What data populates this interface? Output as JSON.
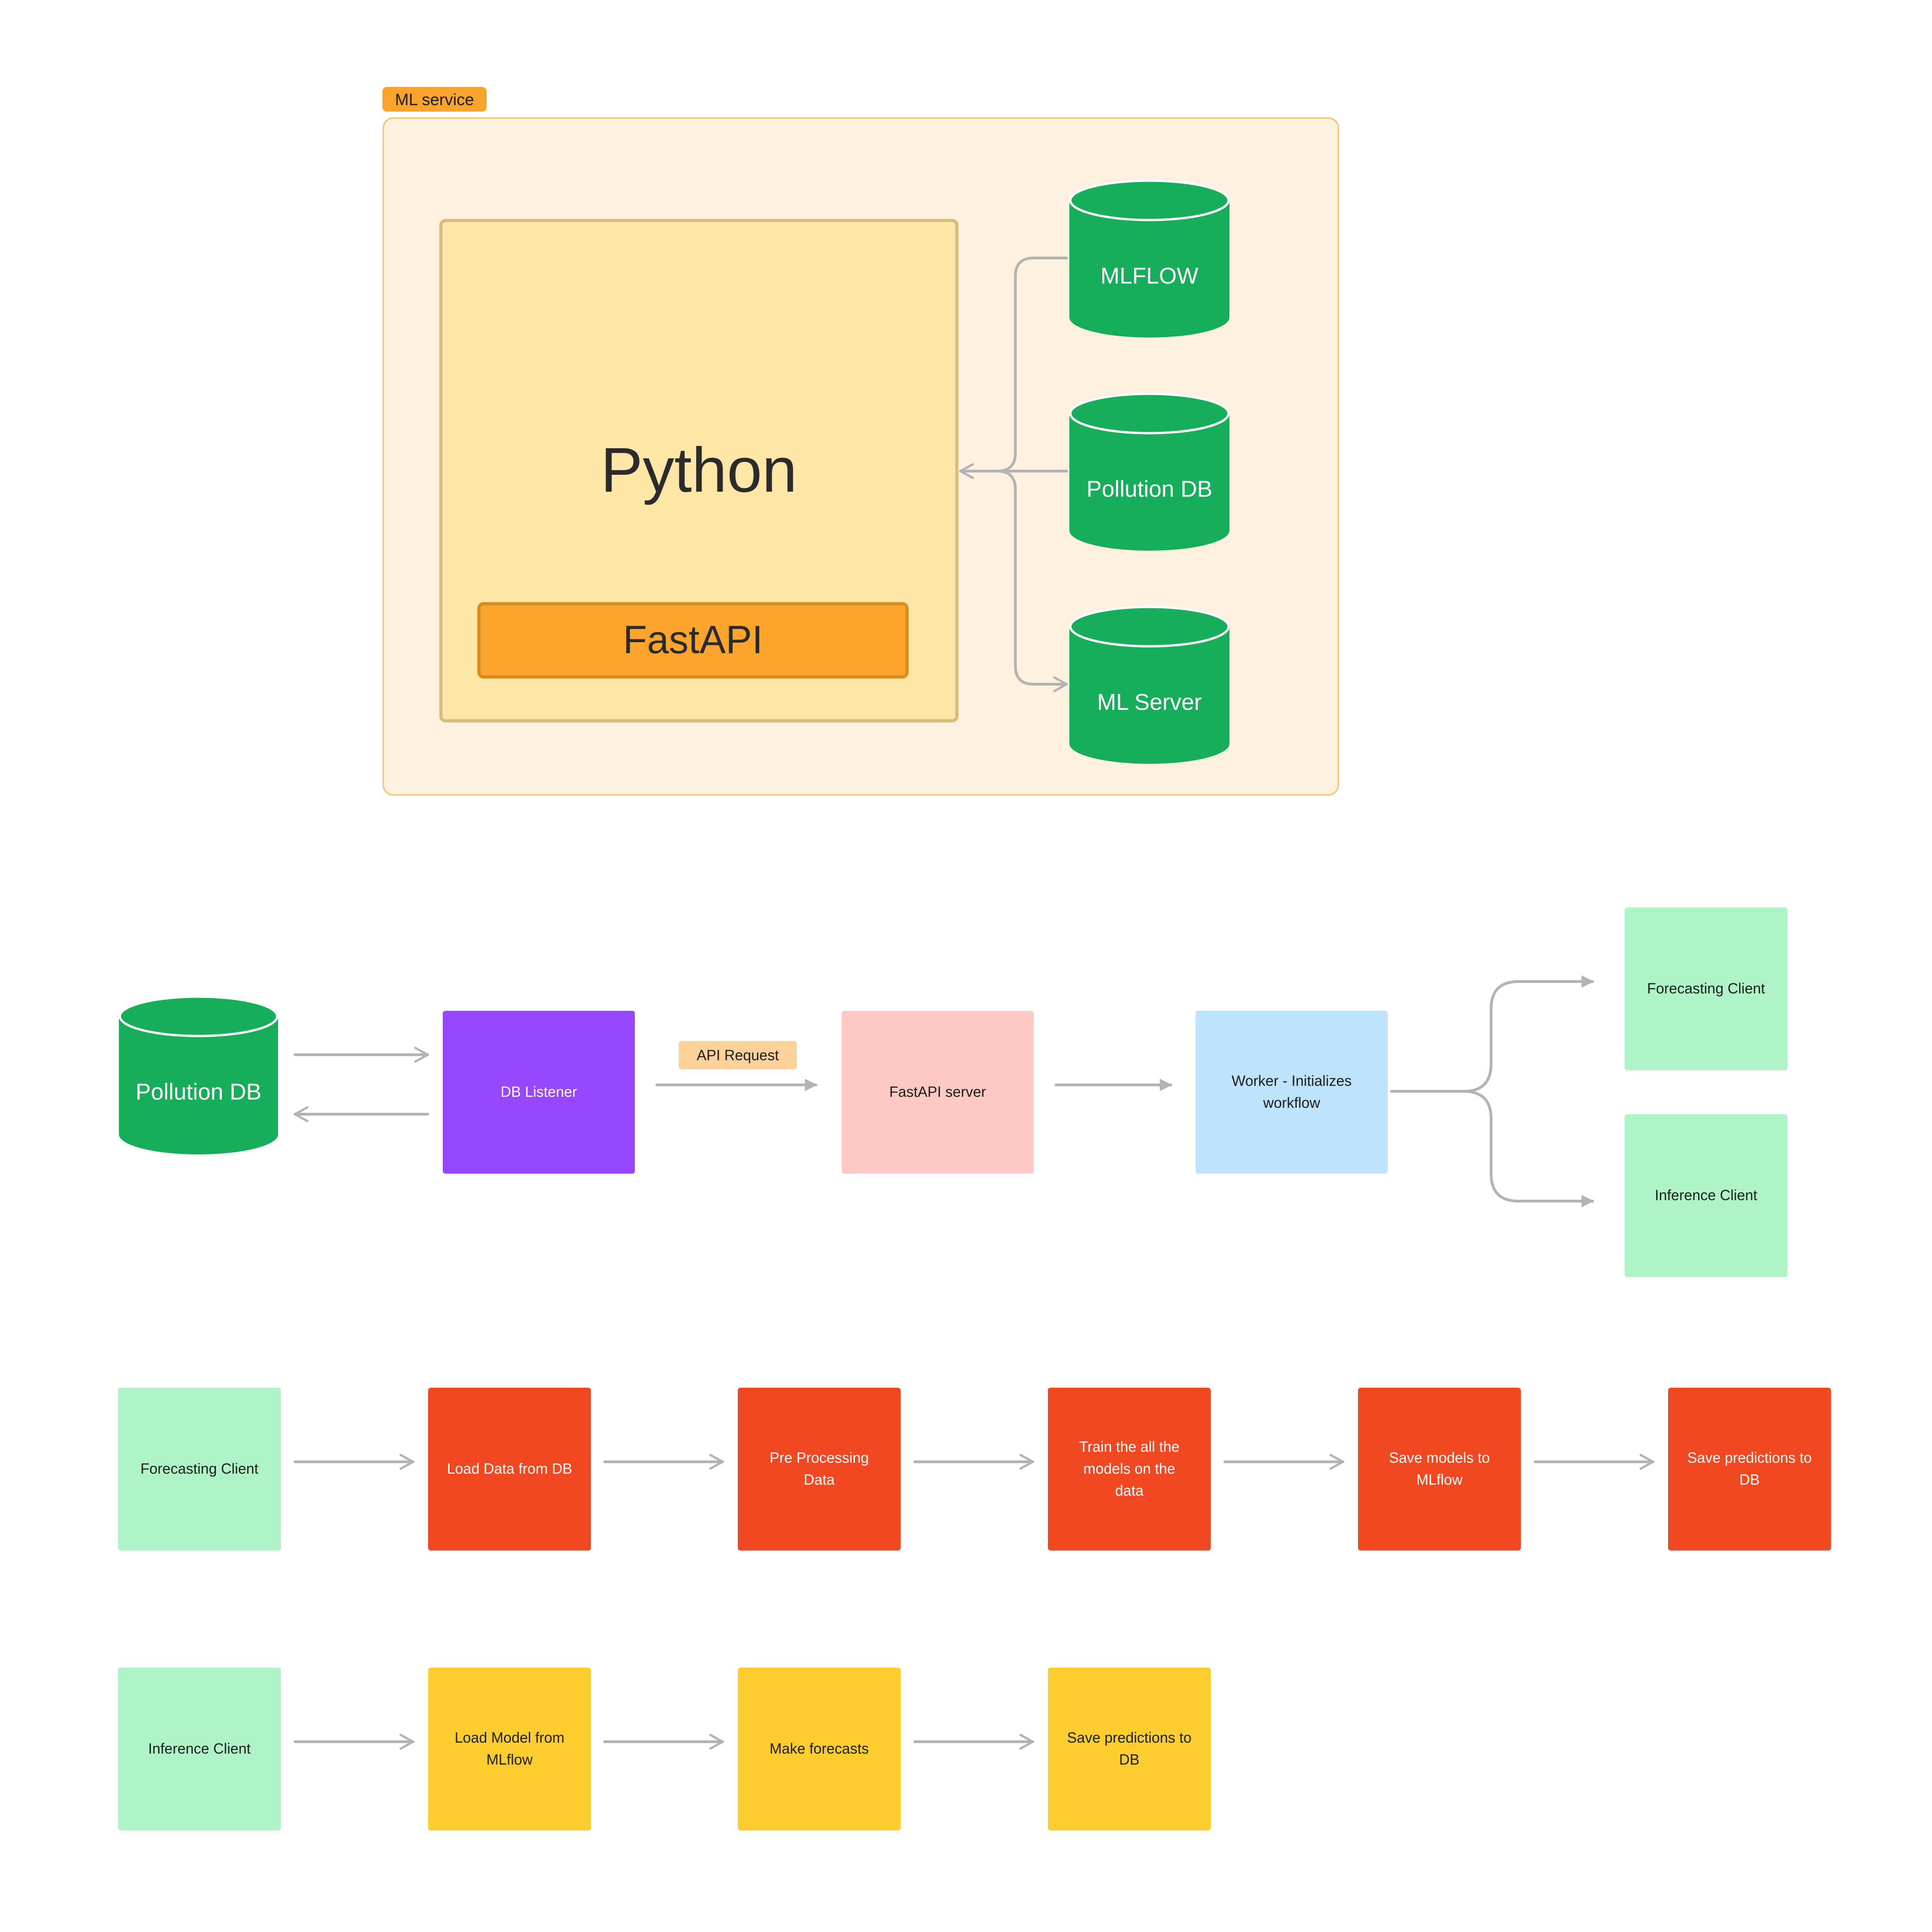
{
  "colors": {
    "group_fill": "#fff1df",
    "group_border": "#f6c46a",
    "group_tag": "#f9a42c",
    "python_fill": "#fee7a6",
    "python_border": "#d4bd7e",
    "fastapi_fill": "#fda42c",
    "fastapi_border": "#d98c1e",
    "db_green": "#16ae5b",
    "purple": "#9747ff",
    "pink": "#fec8c4",
    "blue": "#bde3fd",
    "mint": "#aff4c6",
    "red": "#f24822",
    "yellow": "#fdcd2f",
    "api_tag": "#fdd29a",
    "connector": "#b3b3b3",
    "dark_text": "#2b2b2b"
  },
  "ml_service": {
    "tag": "ML service",
    "python_label": "Python",
    "fastapi_label": "FastAPI",
    "dbs": [
      "MLFLOW",
      "Pollution DB",
      "ML Server"
    ]
  },
  "flow": {
    "pollution_db": "Pollution DB",
    "db_listener": "DB Listener",
    "api_request": "API Request",
    "fastapi_server": "FastAPI server",
    "worker": [
      "Worker - Initializes",
      "workflow"
    ],
    "forecasting_client": "Forecasting Client",
    "inference_client": "Inference Client"
  },
  "forecasting_pipeline": {
    "start": "Forecasting Client",
    "steps": [
      [
        "Load Data from DB"
      ],
      [
        "Pre Processing",
        "Data"
      ],
      [
        "Train the all the",
        "models on the",
        "data"
      ],
      [
        "Save models to",
        "MLflow"
      ],
      [
        "Save predictions to",
        "DB"
      ]
    ]
  },
  "inference_pipeline": {
    "start": "Inference Client",
    "steps": [
      [
        "Load Model from",
        "MLflow"
      ],
      [
        "Make forecasts"
      ],
      [
        "Save predictions to",
        "DB"
      ]
    ]
  }
}
